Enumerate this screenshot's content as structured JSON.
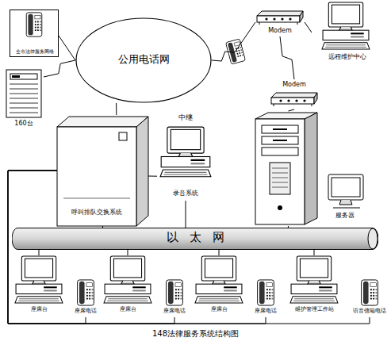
{
  "diagram": {
    "caption": "148法律服务系统结构图",
    "nodes": [
      {
        "text": [
          "全市法律服务网络"
        ]
      },
      {
        "text": [
          "公用电话网"
        ]
      },
      {
        "text": [
          "Modem"
        ]
      },
      {
        "text": [
          "远程维护中心"
        ]
      },
      {
        "text": [
          "160台"
        ]
      },
      {
        "text": [
          "Modem"
        ]
      },
      {
        "text": [
          "呼叫排队交换系统"
        ]
      },
      {
        "text": [
          "中继",
          "录音系统"
        ]
      },
      {
        "text": [
          "服务器"
        ]
      },
      {
        "text": [
          "以太网"
        ]
      },
      {
        "text": [
          "座席台"
        ]
      },
      {
        "text": [
          "座席电话"
        ]
      },
      {
        "text": [
          "座席台"
        ]
      },
      {
        "text": [
          "座席电话"
        ]
      },
      {
        "text": [
          "座席台"
        ]
      },
      {
        "text": [
          "座席电话"
        ]
      },
      {
        "text": [
          "维护管理工作站"
        ]
      },
      {
        "text": [
          "语音信箱电话"
        ]
      }
    ],
    "edges": [
      {
        "from": 0,
        "to": 1,
        "arrow": "none"
      },
      {
        "from": 4,
        "to": 1,
        "arrow": "none"
      },
      {
        "from": 1,
        "to": 2,
        "arrow": "none"
      },
      {
        "from": 2,
        "to": 3,
        "arrow": "none"
      },
      {
        "from": 2,
        "to": 5,
        "arrow": "none"
      },
      {
        "from": 5,
        "to": 8,
        "arrow": "none"
      },
      {
        "from": 1,
        "to": 6,
        "arrow": "none"
      },
      {
        "from": 6,
        "to": 7,
        "arrow": "none"
      },
      {
        "from": 6,
        "to": 9,
        "arrow": "none"
      },
      {
        "from": 7,
        "to": 9,
        "arrow": "none"
      },
      {
        "from": 8,
        "to": 9,
        "arrow": "none"
      },
      {
        "from": 9,
        "to": 10,
        "arrow": "none"
      },
      {
        "from": 9,
        "to": 12,
        "arrow": "none"
      },
      {
        "from": 9,
        "to": 14,
        "arrow": "none"
      },
      {
        "from": 9,
        "to": 16,
        "arrow": "none"
      },
      {
        "from": 6,
        "to": 11,
        "arrow": "none"
      },
      {
        "from": 6,
        "to": 13,
        "arrow": "none"
      },
      {
        "from": 6,
        "to": 15,
        "arrow": "none"
      },
      {
        "from": 6,
        "to": 17,
        "arrow": "none"
      }
    ]
  }
}
